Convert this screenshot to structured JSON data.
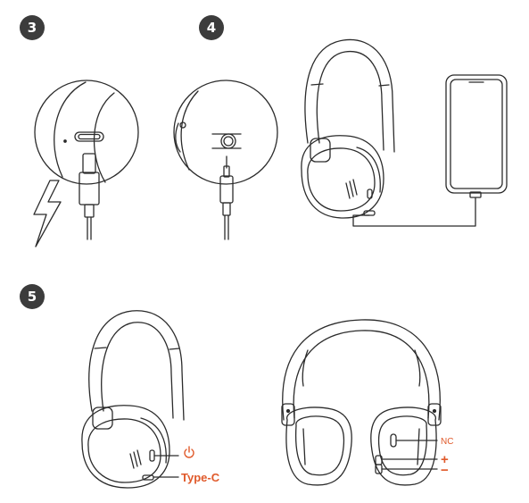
{
  "steps": [
    "3",
    "4",
    "5"
  ],
  "labels": {
    "power_symbol": "⏻",
    "type_c": "Type-C",
    "nc": "NC",
    "plus": "+",
    "minus": "−"
  },
  "colors": {
    "line": "#2b2b2b",
    "accent": "#e05a2b",
    "badge": "#3c3c3c"
  },
  "icons": [
    "lightning-icon",
    "power-icon"
  ]
}
